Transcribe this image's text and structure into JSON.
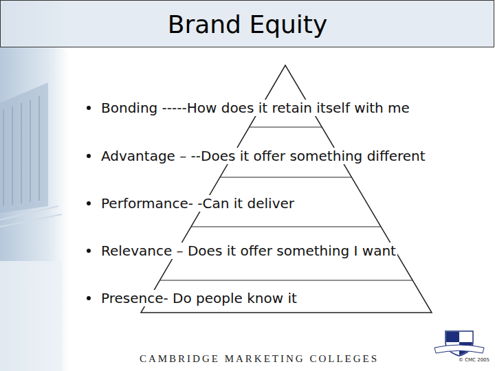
{
  "diagram": {
    "title": "Brand Equity",
    "labels": [
      "Bonding -----How does it retain itself with me",
      "Advantage – --Does it offer something different",
      "Performance- -Can it deliver",
      "Relevance – Does it offer something I want",
      "Presence- Do people know it",
      "CAMBRIDGE MARKETING COLLEGES",
      "© CMC 2005"
    ]
  }
}
